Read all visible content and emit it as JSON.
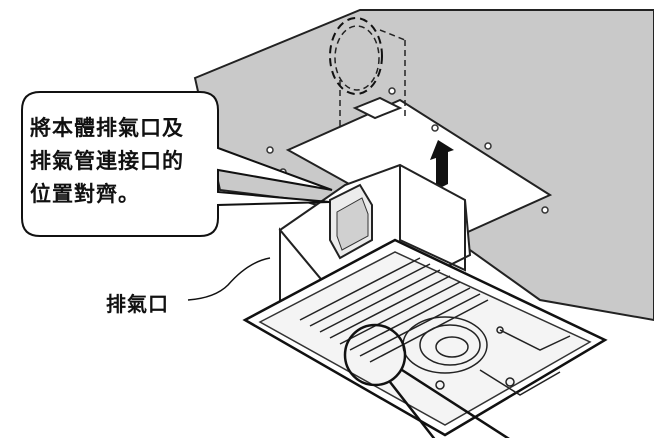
{
  "callout": {
    "lines": [
      "將本體排氣口及",
      "排氣管連接口的",
      "位置對齊。"
    ]
  },
  "labels": {
    "exhaust_port": "排氣口"
  }
}
